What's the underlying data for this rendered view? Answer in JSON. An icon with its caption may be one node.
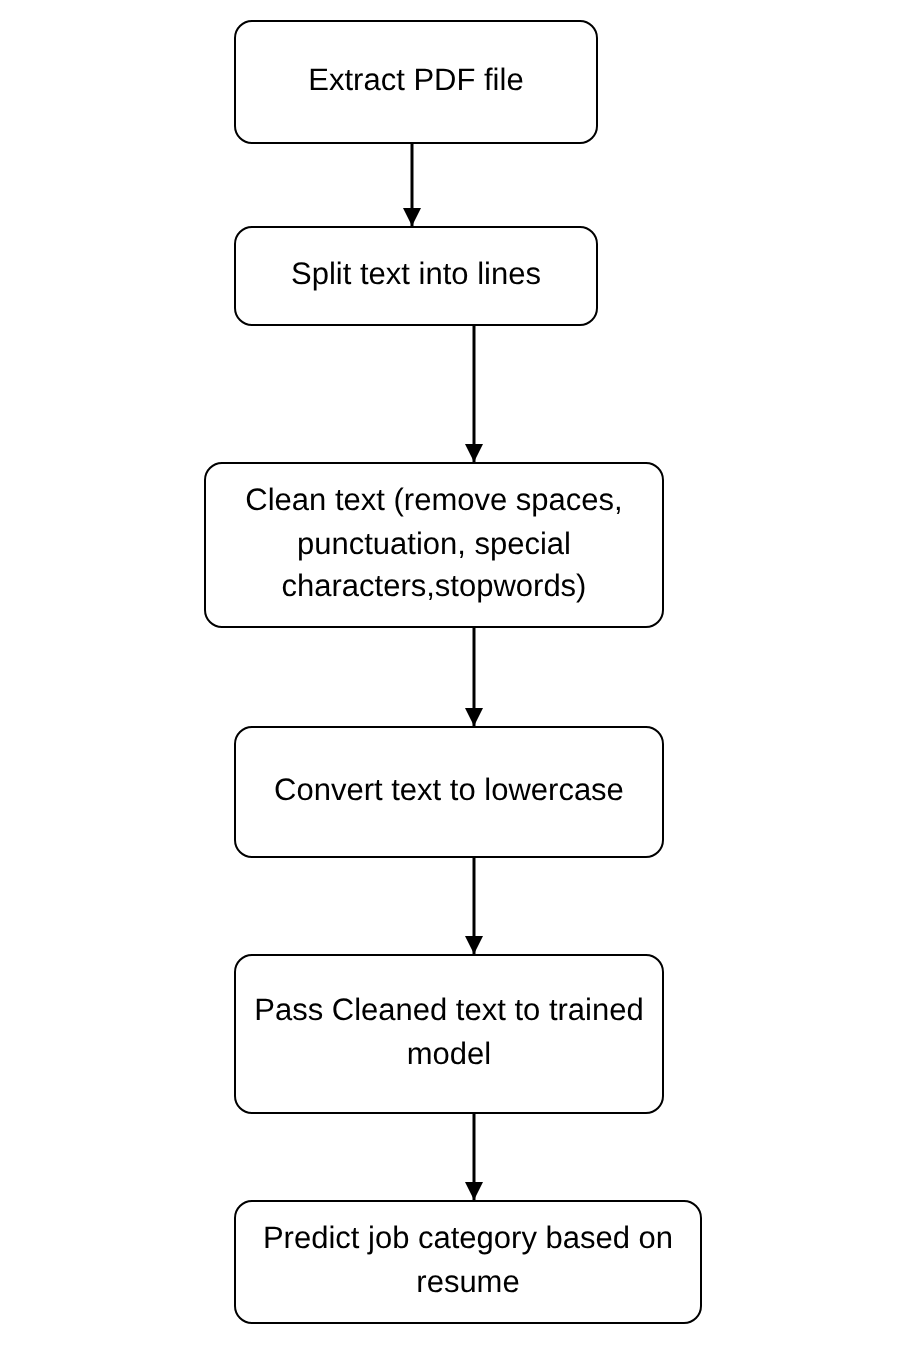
{
  "diagram": {
    "nodes": [
      {
        "text": [
          "Extract PDF file"
        ]
      },
      {
        "text": [
          "Split text into lines"
        ]
      },
      {
        "text": [
          "Clean text (remove spaces, punctuation, special characters,stopwords)"
        ]
      },
      {
        "text": [
          "Convert text to lowercase"
        ]
      },
      {
        "text": [
          "Pass Cleaned text to trained model"
        ]
      },
      {
        "text": [
          "Predict job category based on resume"
        ]
      }
    ],
    "edges": [
      {
        "from": 0,
        "to": 1,
        "arrow": "to"
      },
      {
        "from": 1,
        "to": 2,
        "arrow": "to"
      },
      {
        "from": 2,
        "to": 3,
        "arrow": "to"
      },
      {
        "from": 3,
        "to": 4,
        "arrow": "to"
      },
      {
        "from": 4,
        "to": 5,
        "arrow": "to"
      }
    ]
  }
}
